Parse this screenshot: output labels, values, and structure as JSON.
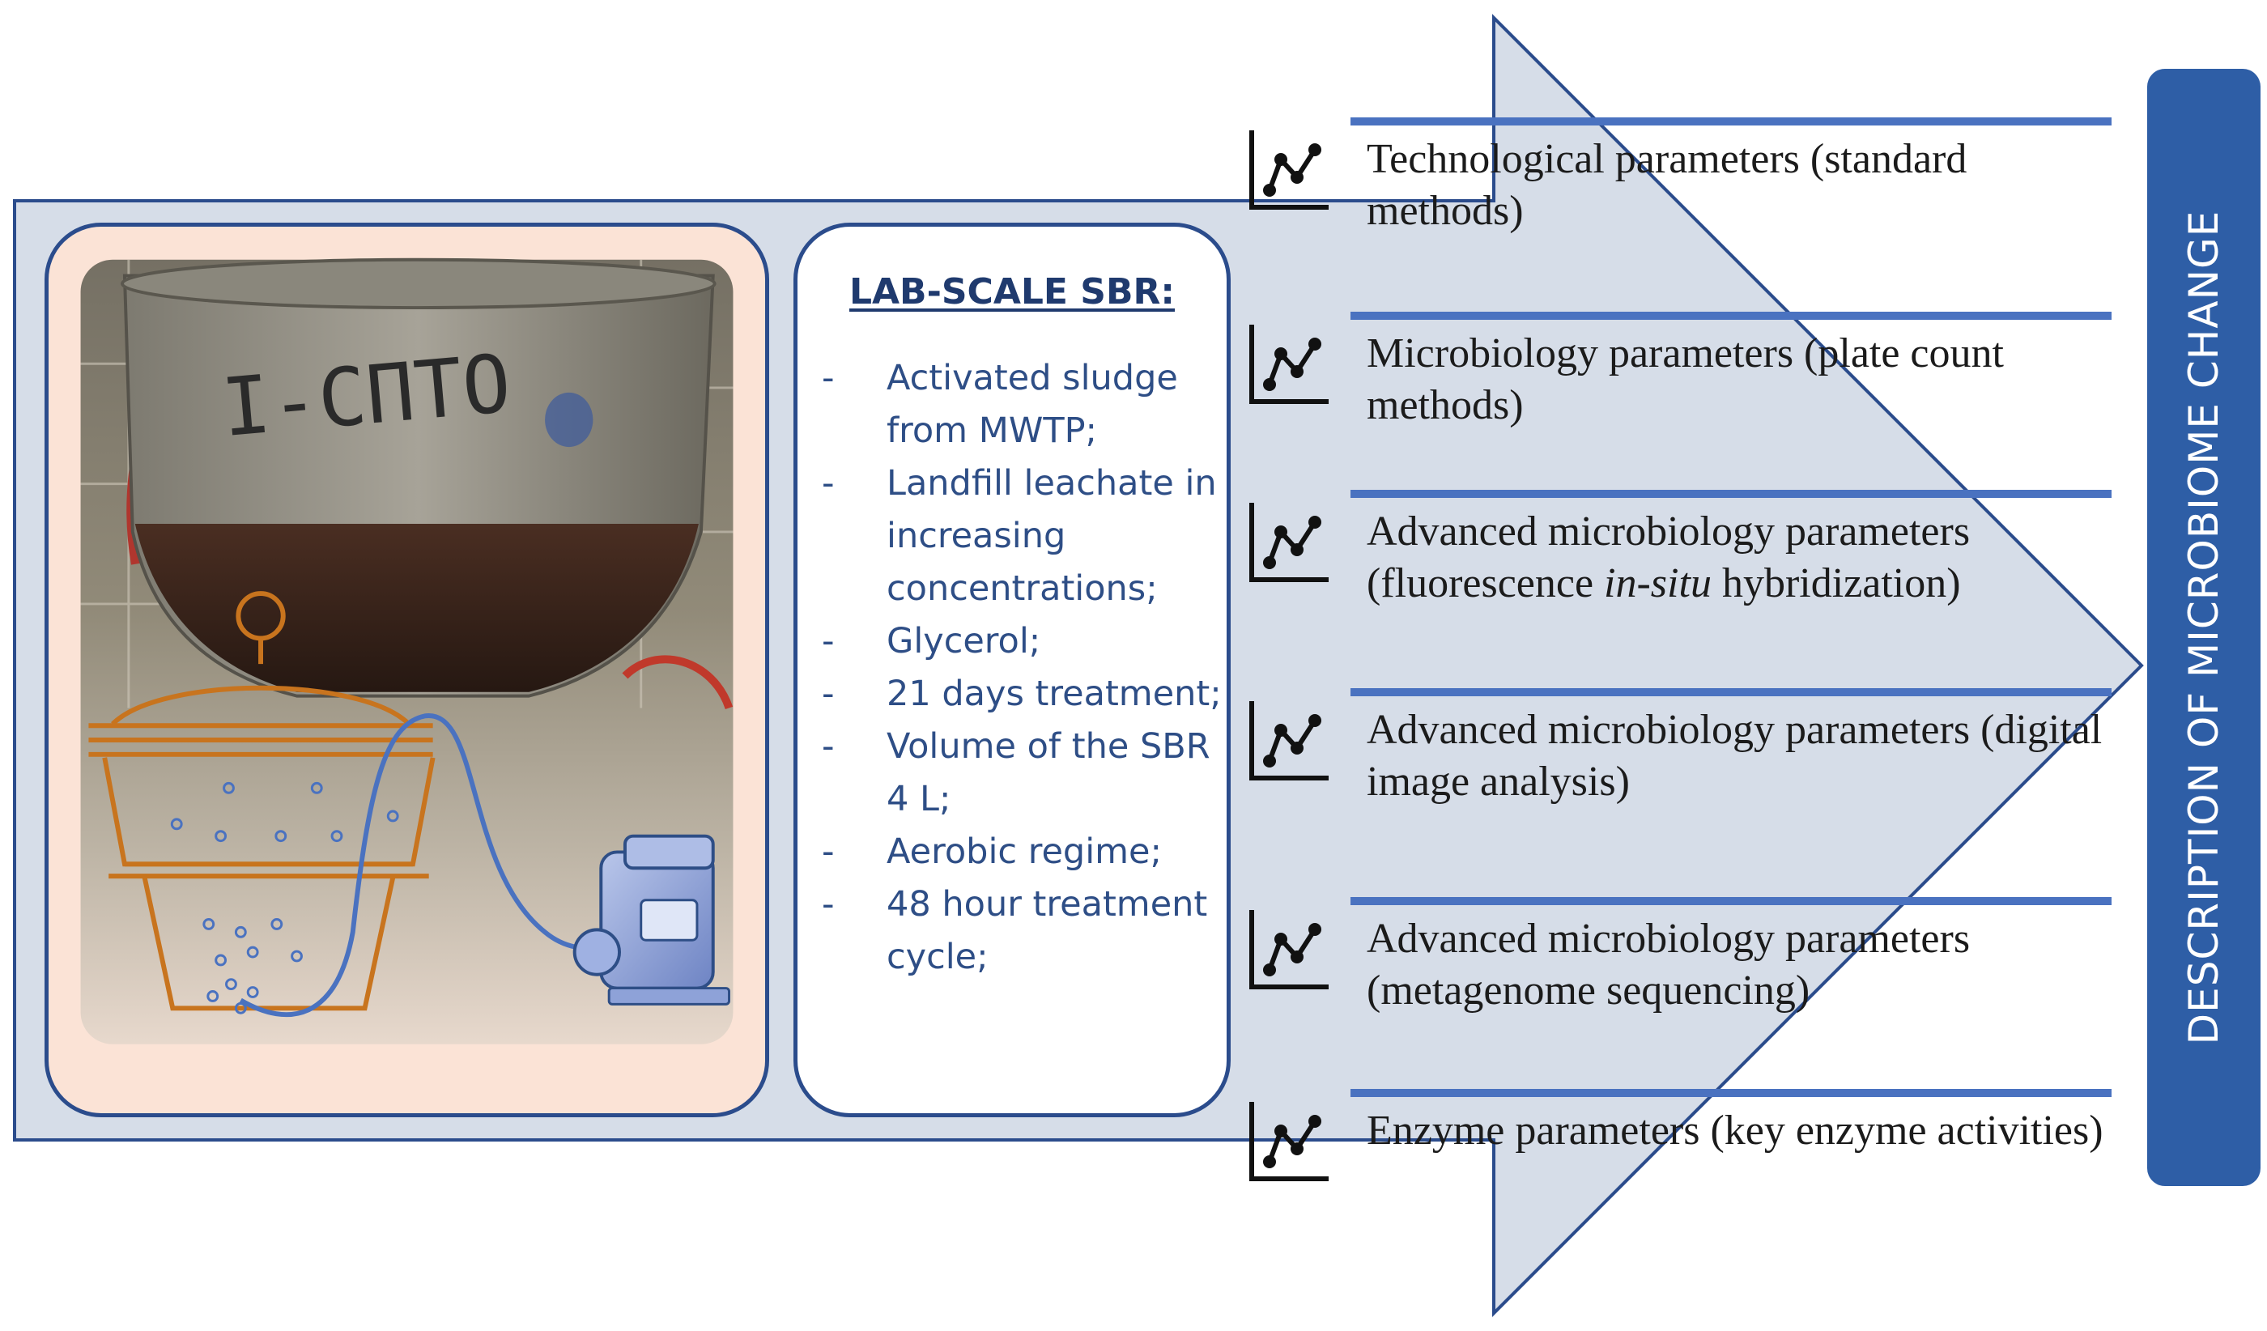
{
  "lab_box": {
    "title": "LAB-SCALE SBR:",
    "items": [
      "Activated sludge from MWTP;",
      "Landfill leachate in increasing concentrations;",
      "Glycerol;",
      "21 days treatment;",
      "Volume of the SBR 4 L;",
      "Aerobic regime;",
      "48 hour treatment cycle;"
    ]
  },
  "photo": {
    "vessel_label": "I-СПТО"
  },
  "parameters": [
    {
      "text": "Technological parameters (standard methods)",
      "icon": "chart-line-icon"
    },
    {
      "text": "Microbiology parameters (plate count methods)",
      "icon": "chart-line-icon"
    },
    {
      "pre": "Advanced microbiology parameters (fluorescence ",
      "em": "in-situ",
      "post": " hybridization)",
      "icon": "chart-line-icon"
    },
    {
      "text": "Advanced microbiology parameters (digital image analysis)",
      "icon": "chart-line-icon"
    },
    {
      "text": "Advanced microbiology parameters (metagenome sequencing)",
      "icon": "chart-line-icon"
    },
    {
      "text": "Enzyme parameters (key enzyme activities)",
      "icon": "chart-line-icon"
    }
  ],
  "banner": {
    "text": "DESCRIPTION OF MICROBIOME CHANGE"
  },
  "colors": {
    "arrow_fill": "#d6dde8",
    "border": "#2b4c8c",
    "accent_line": "#4a72c0",
    "banner": "#2e5ea6",
    "photo_bg": "#fbe3d6"
  }
}
